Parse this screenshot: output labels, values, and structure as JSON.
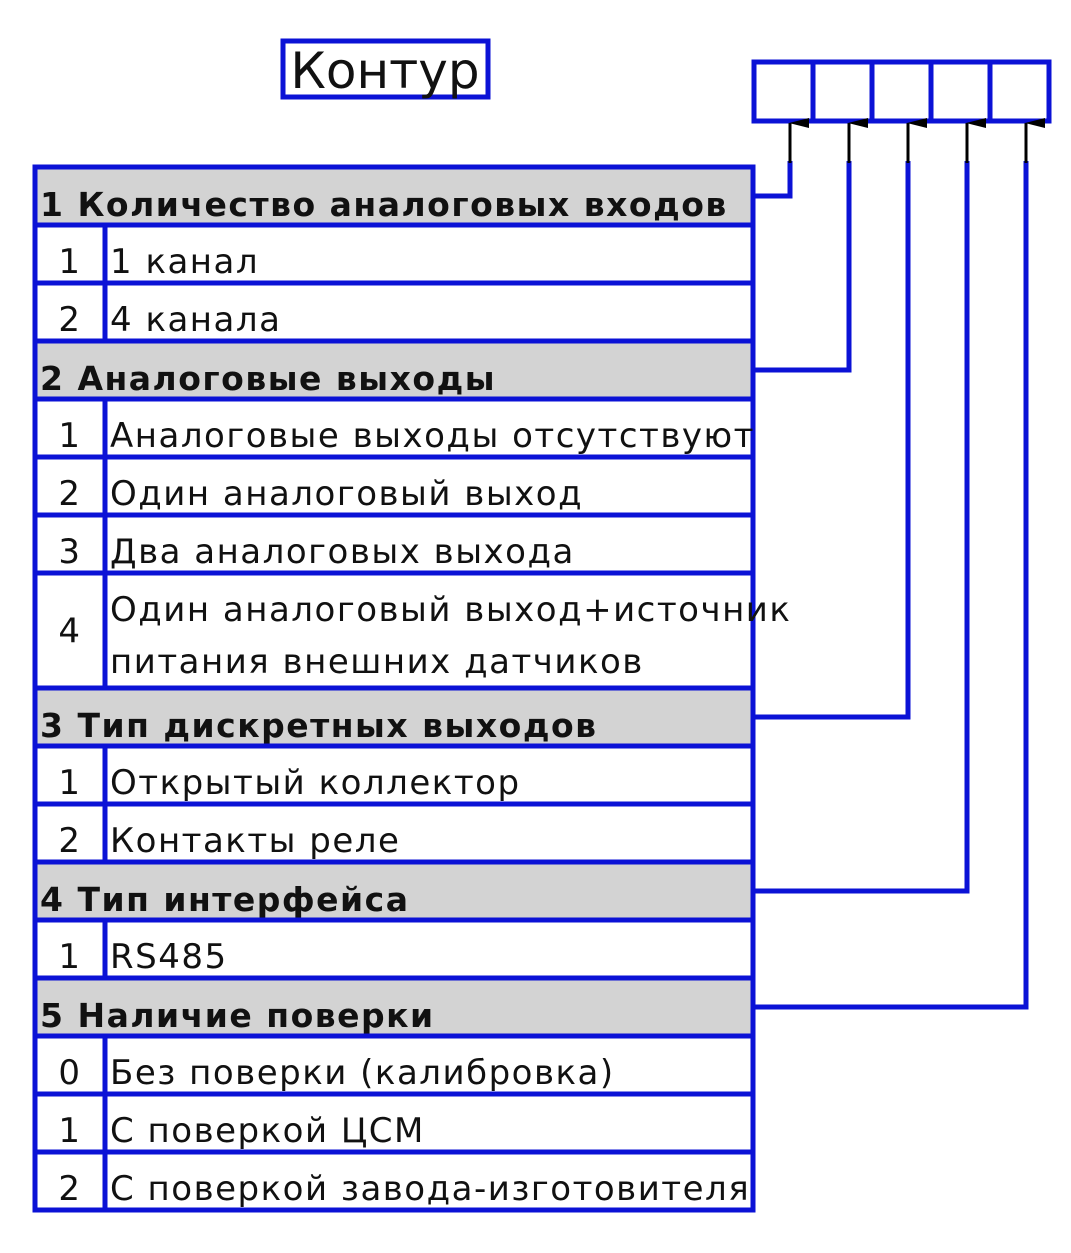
{
  "title": "Контур",
  "colors": {
    "line": "#0b12d6",
    "header_fill": "#d3d3d3",
    "arrow": "#000000"
  },
  "code_box_count": 5,
  "sections": [
    {
      "title": "1 Количество аналоговых входов",
      "options": [
        {
          "code": "1",
          "lines": [
            "1 канал"
          ]
        },
        {
          "code": "2",
          "lines": [
            "4 канала"
          ]
        }
      ]
    },
    {
      "title": "2 Аналоговые выходы",
      "options": [
        {
          "code": "1",
          "lines": [
            "Аналоговые выходы отсутствуют"
          ]
        },
        {
          "code": "2",
          "lines": [
            "Один аналоговый выход"
          ]
        },
        {
          "code": "3",
          "lines": [
            "Два аналоговых выхода"
          ]
        },
        {
          "code": "4",
          "lines": [
            "Один аналоговый выход+источник",
            "питания внешних датчиков"
          ]
        }
      ]
    },
    {
      "title": "3 Тип дискретных выходов",
      "options": [
        {
          "code": "1",
          "lines": [
            "Открытый коллектор"
          ]
        },
        {
          "code": "2",
          "lines": [
            "Контакты реле"
          ]
        }
      ]
    },
    {
      "title": "4 Тип интерфейса",
      "options": [
        {
          "code": "1",
          "lines": [
            "RS485"
          ]
        }
      ]
    },
    {
      "title": "5 Наличие поверки",
      "options": [
        {
          "code": "0",
          "lines": [
            "Без поверки (калибровка)"
          ]
        },
        {
          "code": "1",
          "lines": [
            "С поверкой ЦСМ"
          ]
        },
        {
          "code": "2",
          "lines": [
            "С поверкой завода-изготовителя"
          ]
        }
      ]
    }
  ]
}
